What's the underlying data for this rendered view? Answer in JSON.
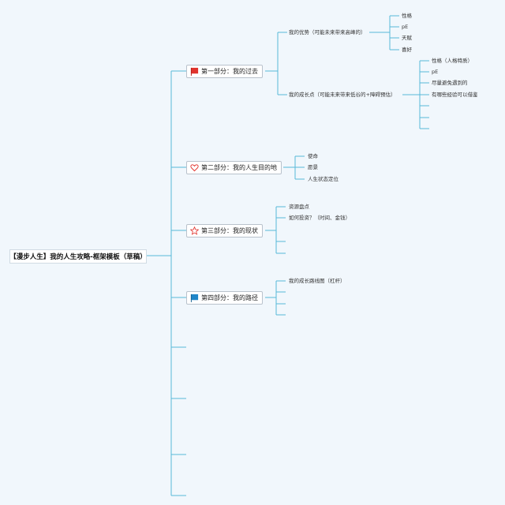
{
  "root": {
    "label": "【漫步人生】我的人生攻略-框架模板（草稿）"
  },
  "branches": [
    {
      "icon": "red-flag-icon",
      "label": "第一部分：我的过去",
      "children": [
        {
          "label": "我的优势（可能未来带来高峰的）",
          "children": [
            "性格",
            "pE",
            "天赋",
            "喜好"
          ]
        },
        {
          "label": "我的成长点（可能未来带来低谷的+障碍预估）",
          "children": [
            "性格（人格特质）",
            "pE",
            "尽量避免遇到的",
            "有哪些经验可以借鉴",
            "",
            "",
            ""
          ]
        }
      ]
    },
    {
      "icon": "heart-icon",
      "label": "第二部分：我的人生目的地",
      "children": [
        {
          "label": "使命"
        },
        {
          "label": "愿景"
        },
        {
          "label": "人生状态定位"
        }
      ]
    },
    {
      "icon": "star-icon",
      "label": "第三部分：我的现状",
      "children": [
        {
          "label": "资源盘点"
        },
        {
          "label": "如何投资？（时间、金钱）"
        },
        {
          "label": ""
        },
        {
          "label": ""
        }
      ]
    },
    {
      "icon": "blue-flag-icon",
      "label": "第四部分：我的路径",
      "children": [
        {
          "label": "我的成长路线图（杠杆）"
        },
        {
          "label": ""
        },
        {
          "label": ""
        },
        {
          "label": ""
        }
      ]
    }
  ],
  "colors": {
    "line": "#58b8d9",
    "red_flag": "#e0322c",
    "blue_flag": "#1f86c8",
    "icon_outline": "#e0322c"
  }
}
